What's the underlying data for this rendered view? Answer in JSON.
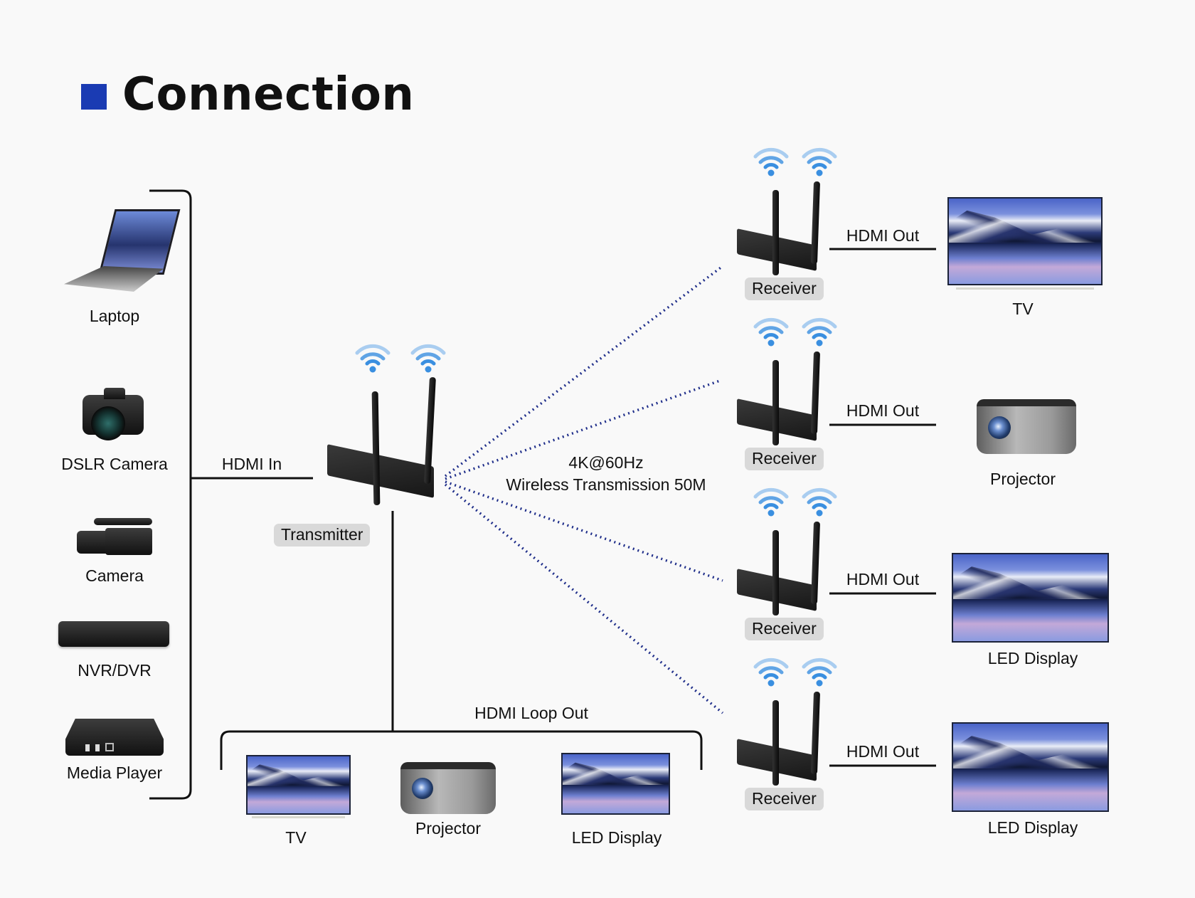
{
  "title": "Connection",
  "colors": {
    "accent": "#1a3bb3",
    "wireless_link": "#1f2e8a",
    "wifi_blue": "#3a8fe0",
    "label_pill": "#d9d9d9",
    "background": "#f9f9f9"
  },
  "sources": {
    "items": [
      {
        "label": "Laptop",
        "icon": "laptop-icon"
      },
      {
        "label": "DSLR Camera",
        "icon": "dslr-camera-icon"
      },
      {
        "label": "Camera",
        "icon": "camcorder-icon"
      },
      {
        "label": "NVR/DVR",
        "icon": "nvr-dvr-icon"
      },
      {
        "label": "Media Player",
        "icon": "media-player-icon"
      }
    ],
    "link_label": "HDMI In"
  },
  "transmitter": {
    "label": "Transmitter"
  },
  "wireless": {
    "line1": "4K@60Hz",
    "line2": "Wireless Transmission 50M",
    "receiver_count": 4
  },
  "receivers": [
    {
      "label": "Receiver",
      "link_label": "HDMI Out",
      "display": "TV"
    },
    {
      "label": "Receiver",
      "link_label": "HDMI Out",
      "display": "Projector"
    },
    {
      "label": "Receiver",
      "link_label": "HDMI Out",
      "display": "LED Display"
    },
    {
      "label": "Receiver",
      "link_label": "HDMI Out",
      "display": "LED Display"
    }
  ],
  "loop_out": {
    "label": "HDMI Loop Out",
    "displays": [
      "TV",
      "Projector",
      "LED Display"
    ]
  }
}
